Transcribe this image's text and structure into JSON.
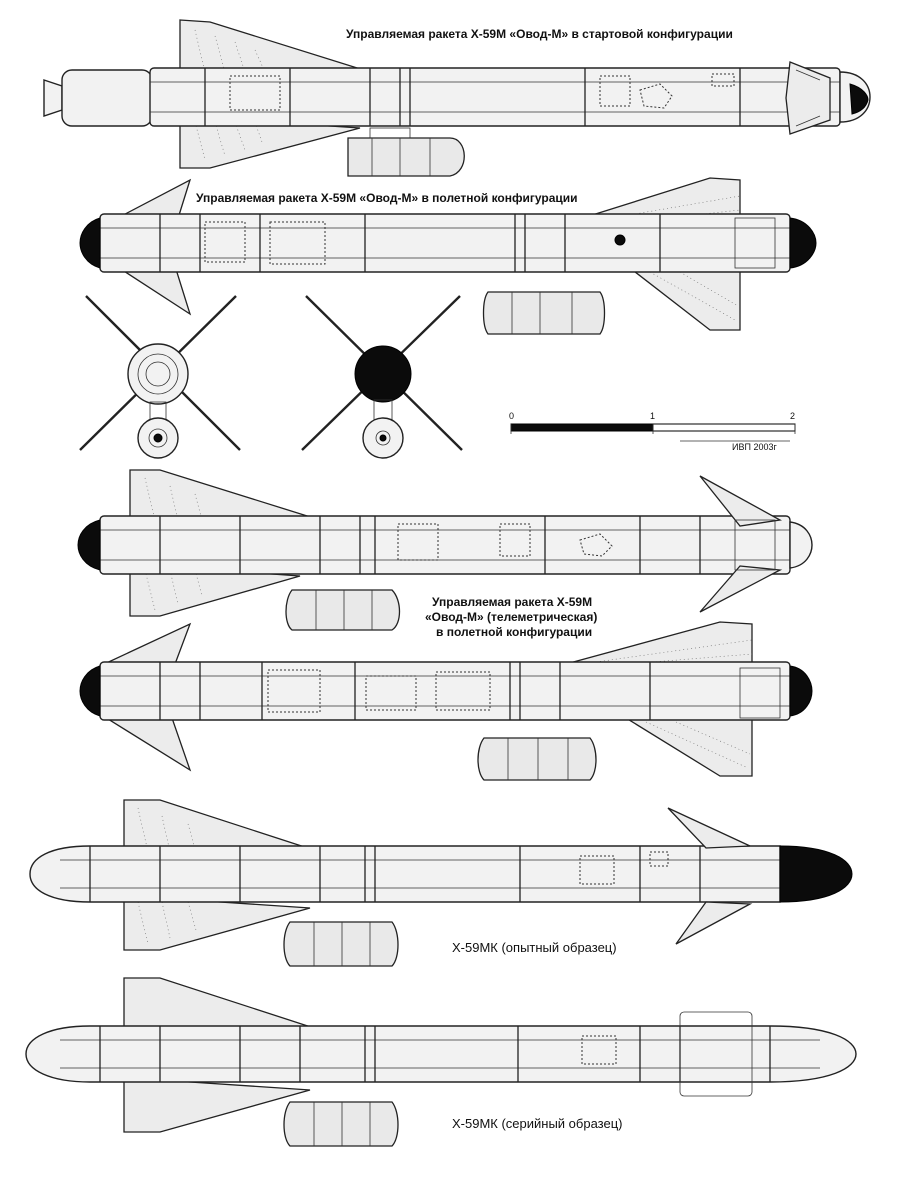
{
  "captions": {
    "launch_config": "Управляемая ракета Х-59М «Овод-М» в стартовой конфигурации",
    "flight_config": "Управляемая ракета Х-59М «Овод-М» в полетной конфигурации",
    "telemetry_line1": "Управляемая ракета Х-59М",
    "telemetry_line2": "«Овод-М» (телеметрическая)",
    "telemetry_line3": "в полетной конфигурации",
    "mk_prototype": "Х-59МК (опытный образец)",
    "mk_serial": "Х-59МК (серийный образец)"
  },
  "scale": {
    "ticks": [
      "0",
      "1",
      "2"
    ],
    "credit": "ИВП 2003г"
  }
}
